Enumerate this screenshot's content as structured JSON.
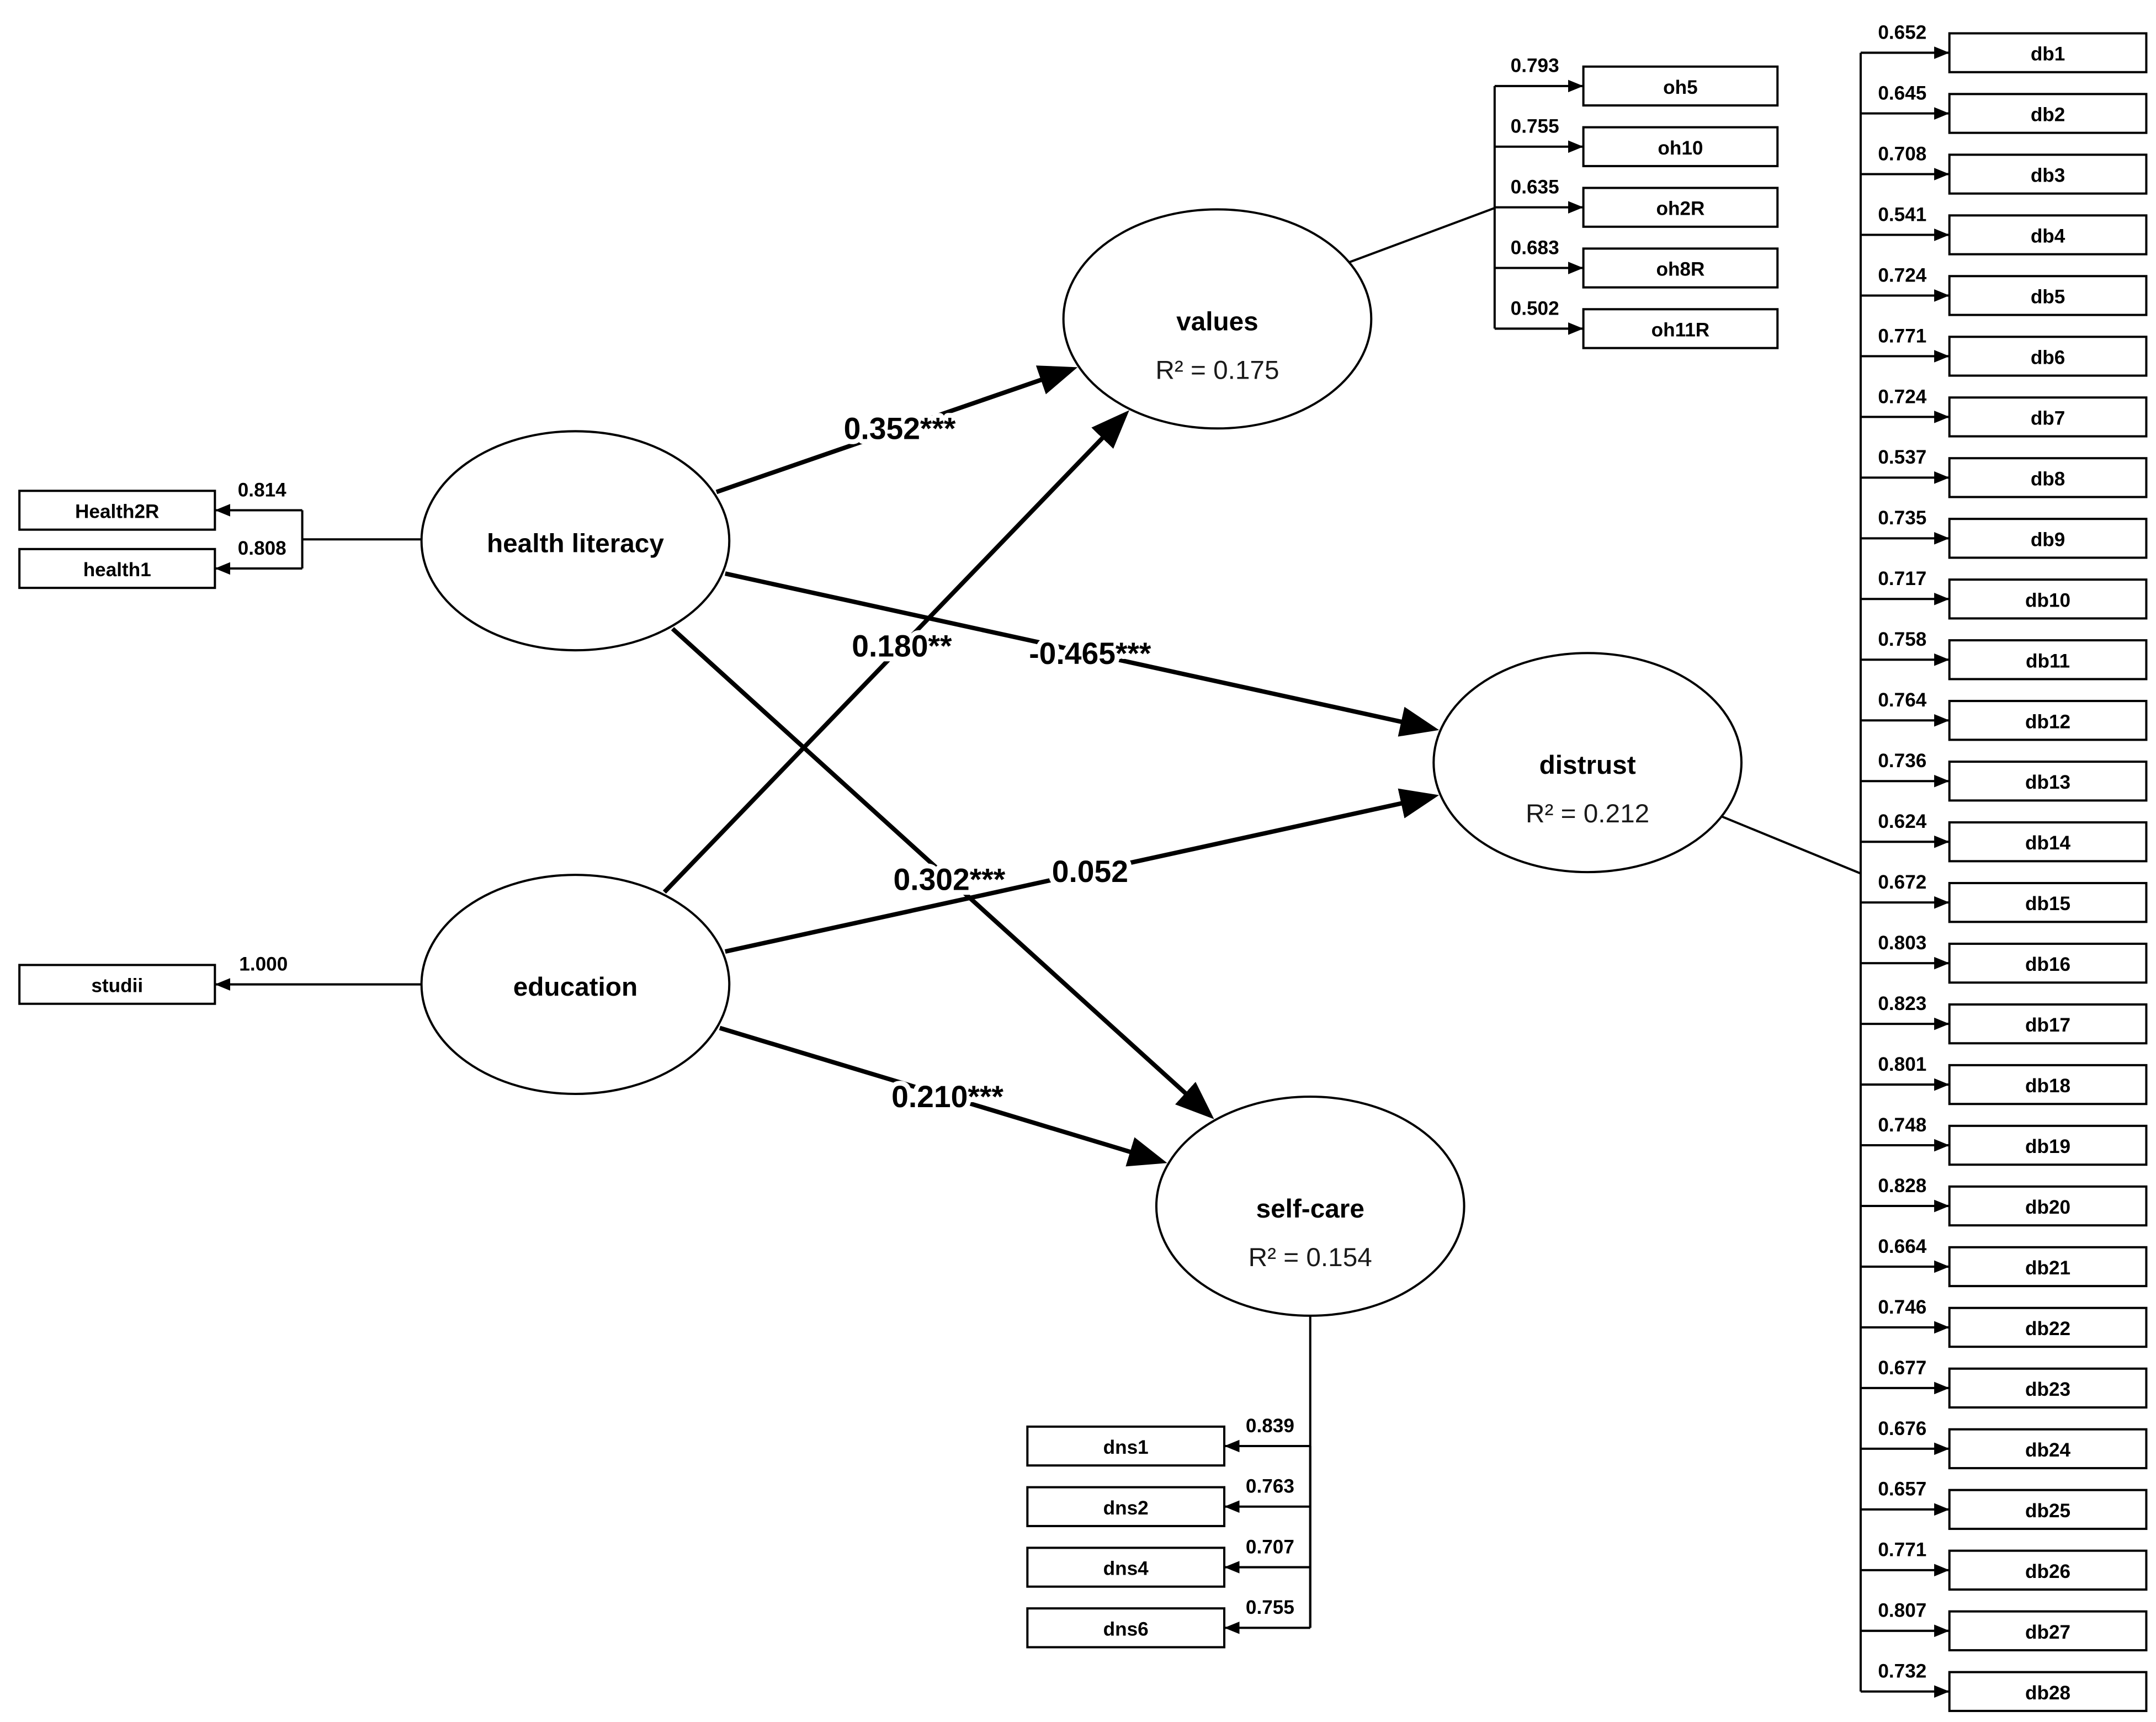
{
  "latent": {
    "values": {
      "name": "values",
      "r2": "R² = 0.175"
    },
    "health_literacy": {
      "name": "health literacy"
    },
    "distrust": {
      "name": "distrust",
      "r2": "R² = 0.212"
    },
    "education": {
      "name": "education"
    },
    "self_care": {
      "name": "self-care",
      "r2": "R² = 0.154"
    }
  },
  "indicators": {
    "values": [
      {
        "name": "oh5",
        "loading": "0.793"
      },
      {
        "name": "oh10",
        "loading": "0.755"
      },
      {
        "name": "oh2R",
        "loading": "0.635"
      },
      {
        "name": "oh8R",
        "loading": "0.683"
      },
      {
        "name": "oh11R",
        "loading": "0.502"
      }
    ],
    "health_literacy": [
      {
        "name": "Health2R",
        "loading": "0.814"
      },
      {
        "name": "health1",
        "loading": "0.808"
      }
    ],
    "education": [
      {
        "name": "studii",
        "loading": "1.000"
      }
    ],
    "self_care": [
      {
        "name": "dns1",
        "loading": "0.839"
      },
      {
        "name": "dns2",
        "loading": "0.763"
      },
      {
        "name": "dns4",
        "loading": "0.707"
      },
      {
        "name": "dns6",
        "loading": "0.755"
      }
    ],
    "distrust": [
      {
        "name": "db1",
        "loading": "0.652"
      },
      {
        "name": "db2",
        "loading": "0.645"
      },
      {
        "name": "db3",
        "loading": "0.708"
      },
      {
        "name": "db4",
        "loading": "0.541"
      },
      {
        "name": "db5",
        "loading": "0.724"
      },
      {
        "name": "db6",
        "loading": "0.771"
      },
      {
        "name": "db7",
        "loading": "0.724"
      },
      {
        "name": "db8",
        "loading": "0.537"
      },
      {
        "name": "db9",
        "loading": "0.735"
      },
      {
        "name": "db10",
        "loading": "0.717"
      },
      {
        "name": "db11",
        "loading": "0.758"
      },
      {
        "name": "db12",
        "loading": "0.764"
      },
      {
        "name": "db13",
        "loading": "0.736"
      },
      {
        "name": "db14",
        "loading": "0.624"
      },
      {
        "name": "db15",
        "loading": "0.672"
      },
      {
        "name": "db16",
        "loading": "0.803"
      },
      {
        "name": "db17",
        "loading": "0.823"
      },
      {
        "name": "db18",
        "loading": "0.801"
      },
      {
        "name": "db19",
        "loading": "0.748"
      },
      {
        "name": "db20",
        "loading": "0.828"
      },
      {
        "name": "db21",
        "loading": "0.664"
      },
      {
        "name": "db22",
        "loading": "0.746"
      },
      {
        "name": "db23",
        "loading": "0.677"
      },
      {
        "name": "db24",
        "loading": "0.676"
      },
      {
        "name": "db25",
        "loading": "0.657"
      },
      {
        "name": "db26",
        "loading": "0.771"
      },
      {
        "name": "db27",
        "loading": "0.807"
      },
      {
        "name": "db28",
        "loading": "0.732"
      }
    ]
  },
  "paths": {
    "health_literacy_to_values": "0.352***",
    "education_to_values": "0.180**",
    "health_literacy_to_distrust": "-0.465***",
    "education_to_distrust": "0.052",
    "health_literacy_to_self_care": "0.302***",
    "education_to_self_care": "0.210***"
  }
}
